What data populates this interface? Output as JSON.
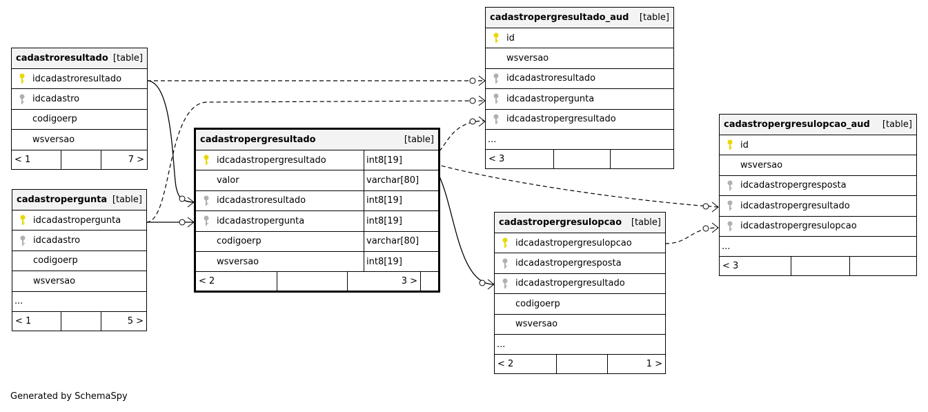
{
  "footer": "Generated by SchemaSpy",
  "tables": {
    "cadastroresultado": {
      "name": "cadastroresultado",
      "type": "[table]",
      "columns": [
        {
          "key": "pk",
          "name": "idcadastroresultado"
        },
        {
          "key": "fk",
          "name": "idcadastro"
        },
        {
          "key": "",
          "name": "codigoerp"
        },
        {
          "key": "",
          "name": "wsversao"
        }
      ],
      "footer": [
        "< 1",
        "",
        "7 >"
      ]
    },
    "cadastropergunta": {
      "name": "cadastropergunta",
      "type": "[table]",
      "columns": [
        {
          "key": "pk",
          "name": "idcadastropergunta"
        },
        {
          "key": "fk",
          "name": "idcadastro"
        },
        {
          "key": "",
          "name": "codigoerp"
        },
        {
          "key": "",
          "name": "wsversao"
        },
        {
          "key": "",
          "name": "..."
        }
      ],
      "footer": [
        "< 1",
        "",
        "5 >"
      ]
    },
    "cadastropergresultado": {
      "name": "cadastropergresultado",
      "type": "[table]",
      "columns": [
        {
          "key": "pk",
          "name": "idcadastropergresultado",
          "dtype": "int8[19]"
        },
        {
          "key": "",
          "name": "valor",
          "dtype": "varchar[80]"
        },
        {
          "key": "fk",
          "name": "idcadastroresultado",
          "dtype": "int8[19]"
        },
        {
          "key": "fk",
          "name": "idcadastropergunta",
          "dtype": "int8[19]"
        },
        {
          "key": "",
          "name": "codigoerp",
          "dtype": "varchar[80]"
        },
        {
          "key": "",
          "name": "wsversao",
          "dtype": "int8[19]"
        }
      ],
      "footer": [
        "< 2",
        "",
        "3 >"
      ]
    },
    "cadastropergresultado_aud": {
      "name": "cadastropergresultado_aud",
      "type": "[table]",
      "columns": [
        {
          "key": "pk",
          "name": "id"
        },
        {
          "key": "",
          "name": "wsversao"
        },
        {
          "key": "fk",
          "name": "idcadastroresultado"
        },
        {
          "key": "fk",
          "name": "idcadastropergunta"
        },
        {
          "key": "fk",
          "name": "idcadastropergresultado"
        },
        {
          "key": "",
          "name": "..."
        }
      ],
      "footer": [
        "< 3",
        "",
        ""
      ]
    },
    "cadastropergresulopcao": {
      "name": "cadastropergresulopcao",
      "type": "[table]",
      "columns": [
        {
          "key": "pk",
          "name": "idcadastropergresulopcao"
        },
        {
          "key": "fk",
          "name": "idcadastropergresposta"
        },
        {
          "key": "fk",
          "name": "idcadastropergresultado"
        },
        {
          "key": "",
          "name": "codigoerp"
        },
        {
          "key": "",
          "name": "wsversao"
        },
        {
          "key": "",
          "name": "..."
        }
      ],
      "footer": [
        "< 2",
        "",
        "1 >"
      ]
    },
    "cadastropergresulopcao_aud": {
      "name": "cadastropergresulopcao_aud",
      "type": "[table]",
      "columns": [
        {
          "key": "pk",
          "name": "id"
        },
        {
          "key": "",
          "name": "wsversao"
        },
        {
          "key": "fk",
          "name": "idcadastropergresposta"
        },
        {
          "key": "fk",
          "name": "idcadastropergresultado"
        },
        {
          "key": "fk",
          "name": "idcadastropergresulopcao"
        },
        {
          "key": "",
          "name": "..."
        }
      ],
      "footer": [
        "< 3",
        "",
        ""
      ]
    }
  },
  "colors": {
    "pk_key": "#e8d800",
    "fk_key": "#b0b0b0",
    "header_bg": "#f3f3f3"
  }
}
